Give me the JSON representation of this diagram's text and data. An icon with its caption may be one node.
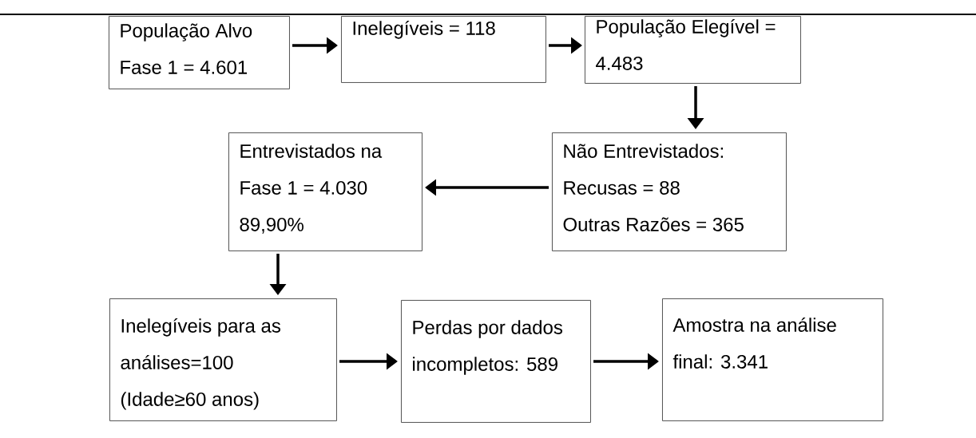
{
  "diagram": {
    "nodes": [
      {
        "text": [
          "População Alvo Fase 1 = 4.601"
        ]
      },
      {
        "text": [
          "Inelegíveis = 118"
        ]
      },
      {
        "text": [
          "População Elegível = 4.483"
        ]
      },
      {
        "text": [
          "Entrevistados na Fase 1 = 4.030",
          "89,90%"
        ]
      },
      {
        "text": [
          "Não Entrevistados:",
          "Recusas = 88",
          "Outras Razões = 365"
        ]
      },
      {
        "text": [
          "Inelegíveis para as análises=100",
          "(Idade≥60 anos)"
        ]
      },
      {
        "text": [
          "Perdas por dados incompletos: 589"
        ]
      },
      {
        "text": [
          "Amostra na análise final: 3.341"
        ]
      }
    ],
    "edges": [
      {
        "from": 0,
        "to": 1,
        "arrow": "to"
      },
      {
        "from": 1,
        "to": 2,
        "arrow": "to"
      },
      {
        "from": 2,
        "to": 4,
        "arrow": "to"
      },
      {
        "from": 4,
        "to": 3,
        "arrow": "to"
      },
      {
        "from": 3,
        "to": 5,
        "arrow": "to"
      },
      {
        "from": 5,
        "to": 6,
        "arrow": "to"
      },
      {
        "from": 6,
        "to": 7,
        "arrow": "to"
      }
    ]
  }
}
